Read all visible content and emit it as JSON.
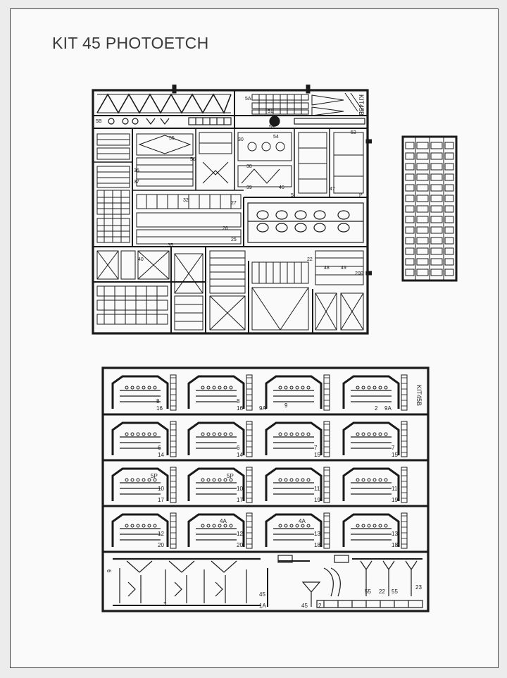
{
  "page": {
    "title": "KIT 45 PHOTOETCH"
  },
  "fret_a": {
    "part_labels": [
      "5B",
      "5A",
      "51",
      "59",
      "55",
      "56",
      "30",
      "53",
      "54",
      "36",
      "37",
      "38",
      "39",
      "46",
      "47",
      "25",
      "27",
      "28",
      "32",
      "35",
      "40",
      "48",
      "49",
      "22",
      "20B",
      "5",
      "P"
    ],
    "vertical_label": "KIT45B"
  },
  "fret_c": {
    "part_labels": []
  },
  "fret_b": {
    "vertical_label": "KIT45B",
    "rows": [
      {
        "labels": [
          "8",
          "16",
          "8",
          "16",
          "9A",
          "9",
          "2",
          "9A"
        ]
      },
      {
        "labels": [
          "6",
          "14",
          "6",
          "14",
          "7",
          "15",
          "7",
          "15"
        ]
      },
      {
        "labels": [
          "5P",
          "10",
          "17",
          "5P",
          "10",
          "17",
          "11",
          "19",
          "11",
          "19"
        ]
      },
      {
        "labels": [
          "12",
          "20",
          "4A",
          "12",
          "20",
          "4A",
          "13",
          "18",
          "13",
          "18"
        ]
      },
      {
        "labels": [
          "6",
          "3",
          "45",
          "1A",
          "45",
          "2",
          "55",
          "22",
          "55",
          "23"
        ]
      }
    ]
  },
  "colors": {
    "ink": "#1a1a1a",
    "paper": "#fafafa",
    "background": "#ececec"
  }
}
